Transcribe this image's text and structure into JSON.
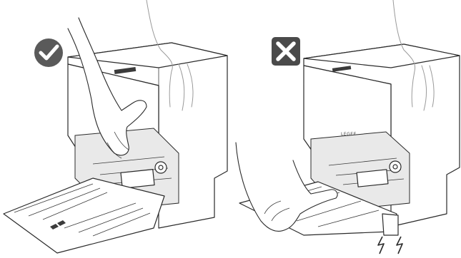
{
  "panels": [
    {
      "id": "correct",
      "icon": "checkmark-badge-icon",
      "badge_color": "#5a5a5a"
    },
    {
      "id": "incorrect",
      "icon": "cross-badge-icon",
      "badge_color": "#4a4a4a"
    }
  ],
  "brand_mark": "LEGEE",
  "colors": {
    "outline": "#2a2a2a",
    "badge": "#555555",
    "background": "#ffffff"
  }
}
